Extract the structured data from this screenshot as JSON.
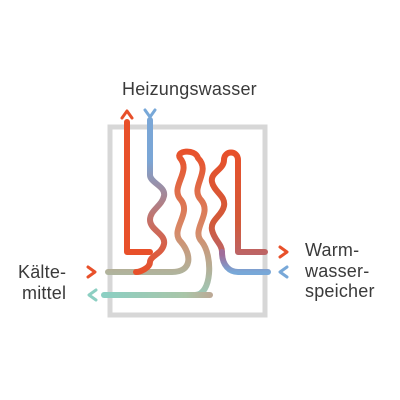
{
  "labels": {
    "top": "Heizungswasser",
    "left": [
      "Kälte-",
      "mittel"
    ],
    "right": [
      "Warm-",
      "wasser-",
      "speicher"
    ]
  },
  "colors": {
    "hot": "#e8502a",
    "cold": "#78a8d8",
    "mint": "#8ccfc2",
    "frame": "#d7d7d7"
  }
}
